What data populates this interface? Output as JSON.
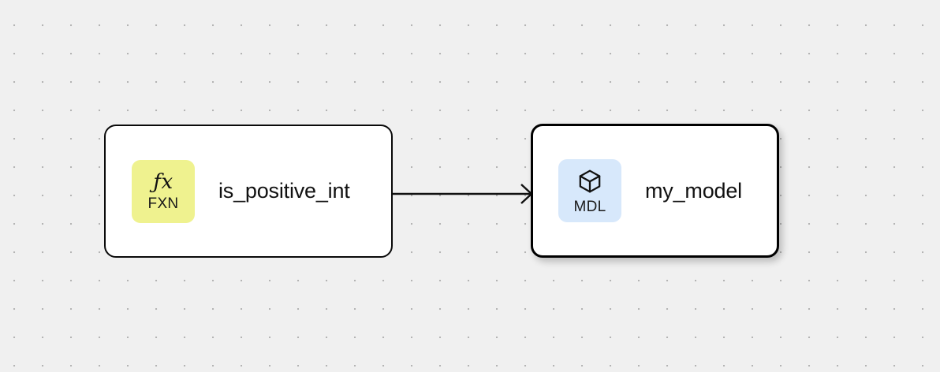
{
  "canvas": {
    "background_color": "#f0f0f0",
    "dot_color": "#b4b4b4",
    "dot_spacing": 36,
    "name": "workflow-canvas"
  },
  "nodes": [
    {
      "id": "is_positive_int",
      "title": "is_positive_int",
      "badge": {
        "label": "FXN",
        "glyph": "ƒx",
        "icon": "function-icon",
        "background_color": "#eff28f"
      },
      "selected": false,
      "border_color": "#0a0a0a",
      "fill_color": "#ffffff"
    },
    {
      "id": "my_model",
      "title": "my_model",
      "badge": {
        "label": "MDL",
        "glyph": "",
        "icon": "cube-icon",
        "background_color": "#d7e8fb"
      },
      "selected": true,
      "border_color": "#000000",
      "fill_color": "#ffffff"
    }
  ],
  "edges": [
    {
      "id": "fxn-to-mdl",
      "source": "is_positive_int",
      "target": "my_model",
      "color": "#111111",
      "arrowhead": "open-chevron"
    }
  ]
}
